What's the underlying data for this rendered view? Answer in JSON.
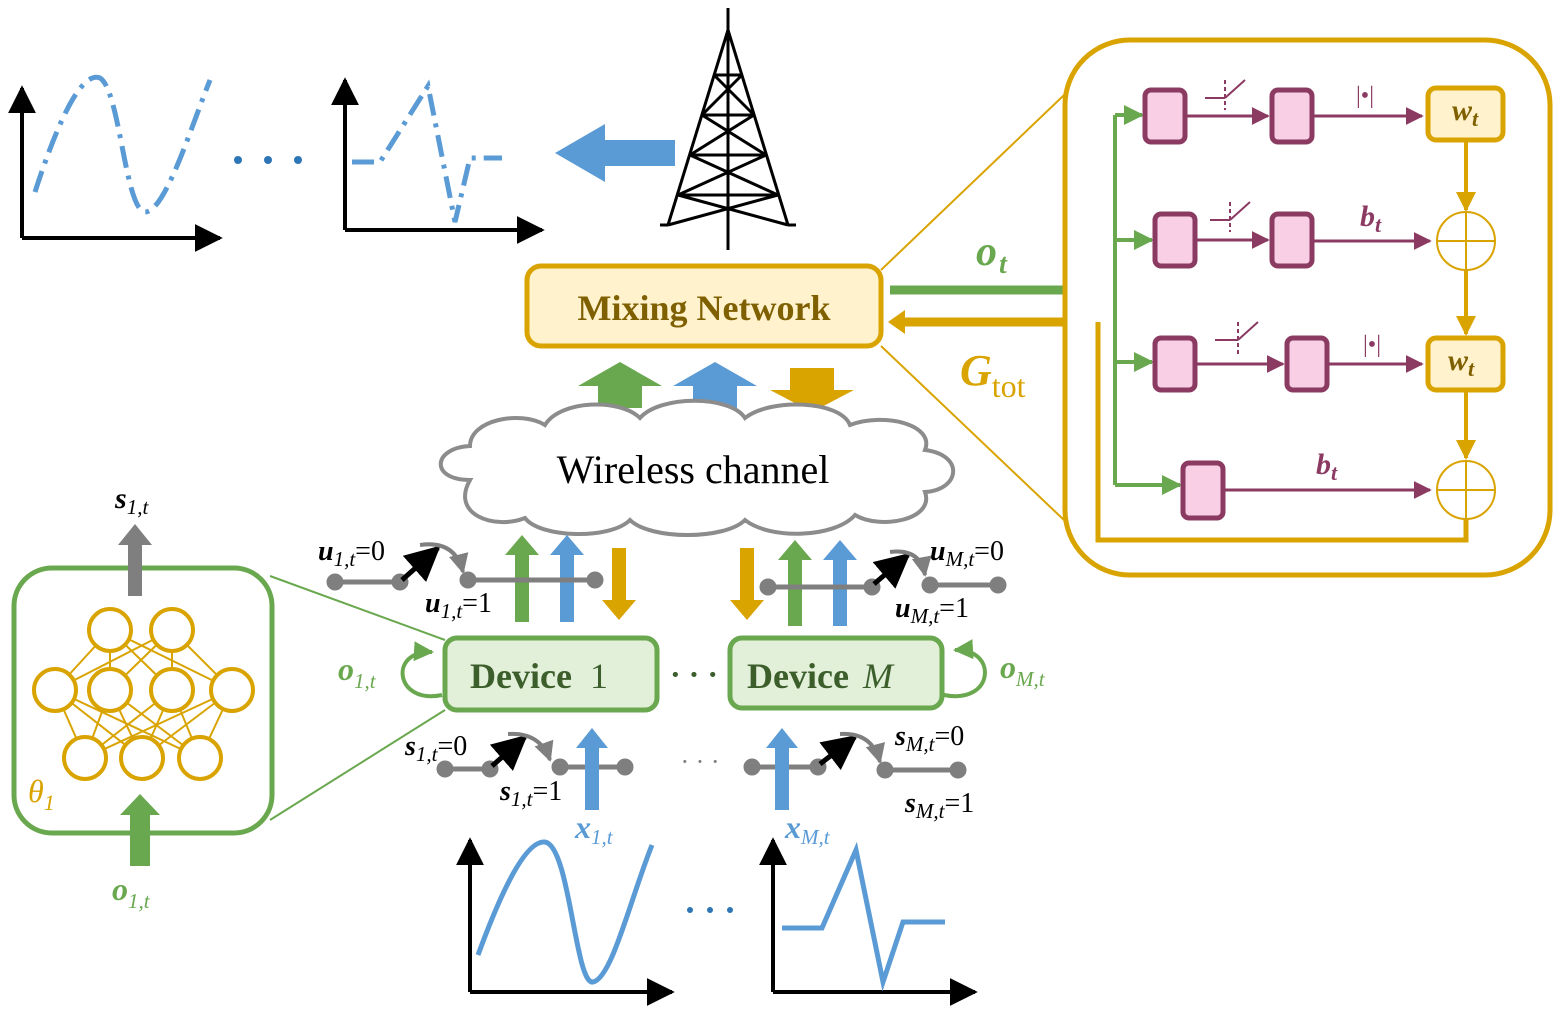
{
  "colors": {
    "green": "#6aa84f",
    "blue": "#5b9bd5",
    "gold": "#d9a300",
    "gold_fill": "#fff2cc",
    "green_fill": "#e2efd9",
    "maroon": "#8b3a62",
    "pink_fill": "#f9cfe6",
    "gray": "#7f7f7f",
    "dark_text": "#7f6000"
  },
  "server": {
    "mixing_network": "Mixing Network",
    "channel": "Wireless channel",
    "o_t": "o",
    "o_t_sub": "t",
    "g_tot": "G",
    "g_tot_sub": "tot"
  },
  "devices": {
    "dev1_name": "Device",
    "dev1_idx": "1",
    "devM_name": "Device",
    "devM_idx": "M",
    "ellipsis": "· · ·"
  },
  "switches": {
    "u1_0": "=0",
    "u1_1": "=1",
    "uM_0": "=0",
    "uM_1": "=1",
    "s1_0": "=0",
    "s1_1": "=1",
    "sM_0": "=0",
    "sM_1": "=1",
    "u_sym": "u",
    "s_sym": "s",
    "x_sym": "x",
    "o_sym": "o",
    "sub_1t": "1,t",
    "sub_Mt": "M,t"
  },
  "agent": {
    "theta": "θ",
    "theta_sub": "1"
  },
  "hypernet": {
    "w_t": "w",
    "w_t_sub": "t",
    "b_t": "b",
    "b_t_sub": "t",
    "abs": "|•|"
  }
}
